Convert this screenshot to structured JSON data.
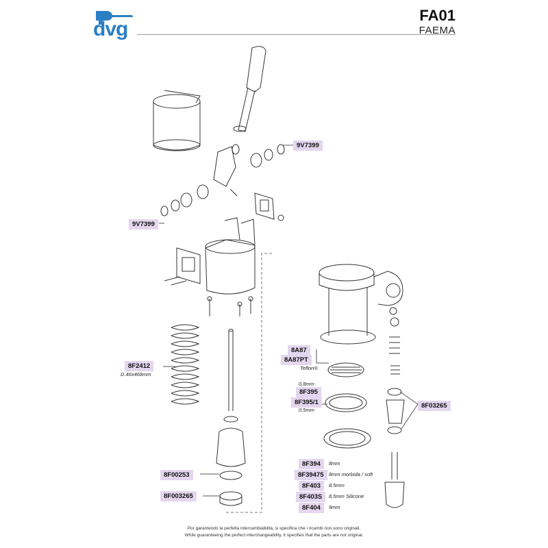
{
  "header": {
    "logo_text": "dvg",
    "model_code": "FA01",
    "brand": "FAEMA"
  },
  "parts": [
    {
      "code": "9V7399"
    },
    {
      "code": "9V7399"
    },
    {
      "code": "8F2412",
      "note": "D.46x468mm"
    },
    {
      "code": "8F00253"
    },
    {
      "code": "8F003265"
    },
    {
      "code": "8A87"
    },
    {
      "code": "8A87PT",
      "note": "Teflon®"
    },
    {
      "code": "8F395",
      "note": "0,8mm"
    },
    {
      "code": "8F395/1",
      "note": "0,5mm"
    },
    {
      "code": "8F03265"
    },
    {
      "code": "8F394",
      "note": "8mm"
    },
    {
      "code": "8F39475",
      "note": "8mm morbida / soft"
    },
    {
      "code": "8F403",
      "note": "8.5mm"
    },
    {
      "code": "8F403S",
      "note": "8,5mm Silicone"
    },
    {
      "code": "8F404",
      "note": "9mm"
    }
  ],
  "footer": {
    "line_it": "Pur garantendo la perfetta intercambiabilità, si specifica che i ricambi non sono originali.",
    "line_en": "While guaranteeing the perfect interchangeability, it specifies that the parts are not original."
  },
  "colors": {
    "logo_blue": "#2a7fc4",
    "label_bg": "#e4d6ef",
    "line": "#555555"
  }
}
